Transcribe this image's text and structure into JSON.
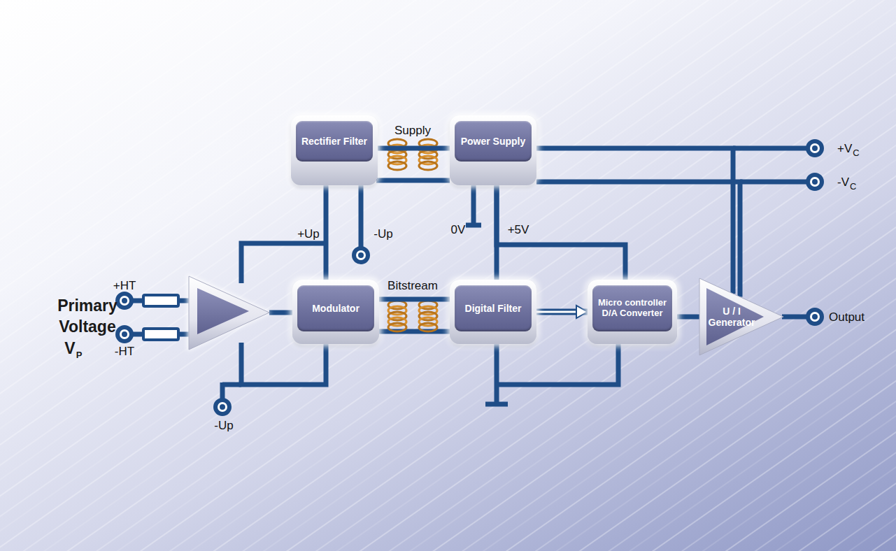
{
  "diagram": {
    "nodes": [
      {
        "text": [
          "Rectifier Filter"
        ]
      },
      {
        "text": [
          "Power Supply"
        ]
      },
      {
        "text": [
          "Modulator"
        ]
      },
      {
        "text": [
          "Digital Filter"
        ]
      },
      {
        "text": [
          "Micro controller D/A Converter"
        ]
      },
      {
        "text": [
          "U / I Generator"
        ]
      }
    ],
    "edges": [
      {
        "from": 0,
        "to": 1,
        "arrow": "none",
        "label": "Supply"
      },
      {
        "from": 2,
        "to": 3,
        "arrow": "none",
        "label": "Bitstream"
      },
      {
        "from": 3,
        "to": 4,
        "arrow": "to"
      },
      {
        "from": 4,
        "to": 5,
        "arrow": "none"
      },
      {
        "from": 1,
        "to": 5,
        "arrow": "none"
      },
      {
        "from": 1,
        "to": 5,
        "arrow": "none"
      },
      {
        "from": 0,
        "to": 2,
        "arrow": "none",
        "label": "+Up"
      },
      {
        "from": 1,
        "to": 3,
        "arrow": "none",
        "label": "+5V"
      },
      {
        "from": 1,
        "to": 4,
        "arrow": "none"
      }
    ],
    "labels": [
      "+HT",
      "-HT",
      "Primary",
      "Voltage",
      "V",
      "P",
      "-Up",
      "0V",
      "-Up",
      "+V",
      "C",
      "-V",
      "C",
      "Output"
    ]
  }
}
